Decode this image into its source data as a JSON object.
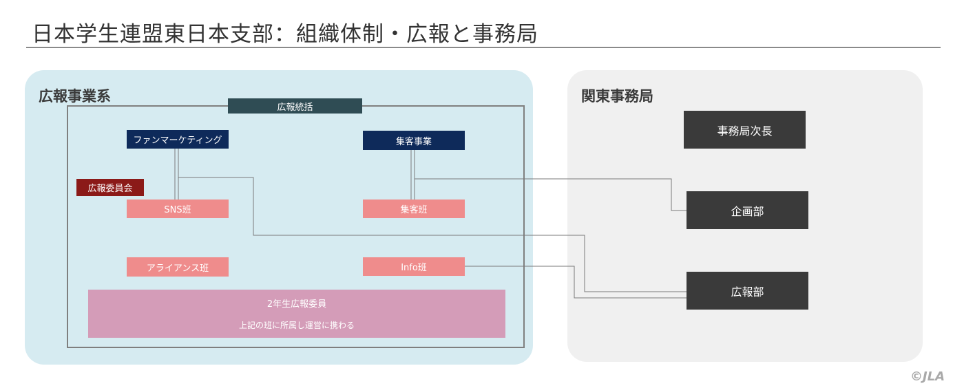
{
  "page": {
    "title": "日本学生連盟東日本支部：組織体制・広報と事務局",
    "copyright": "©JLA"
  },
  "colors": {
    "panel_left_bg": "#d6ebf1",
    "panel_right_bg": "#f0f0f0",
    "header_bar": "#2f4c54",
    "navy": "#0e2a5a",
    "committee_red": "#8b1a18",
    "team_pink": "#ef8c8c",
    "member_pink": "#d49cb8",
    "office_dark": "#3a3a3a",
    "connector": "#7a7a7a"
  },
  "left_panel": {
    "title": "広報事業系",
    "header": "広報統括",
    "divisions": {
      "fan_marketing": "ファンマーケティング",
      "attraction": "集客事業"
    },
    "committee_badge": "広報委員会",
    "teams": {
      "sns": "SNS班",
      "attraction": "集客班",
      "alliance": "アライアンス班",
      "info": "Info班"
    },
    "members": {
      "title": "2年生広報委員",
      "note": "上記の班に所属し運営に携わる"
    }
  },
  "right_panel": {
    "title": "関東事務局",
    "offices": {
      "deputy": "事務局次長",
      "planning": "企画部",
      "pr": "広報部"
    }
  }
}
